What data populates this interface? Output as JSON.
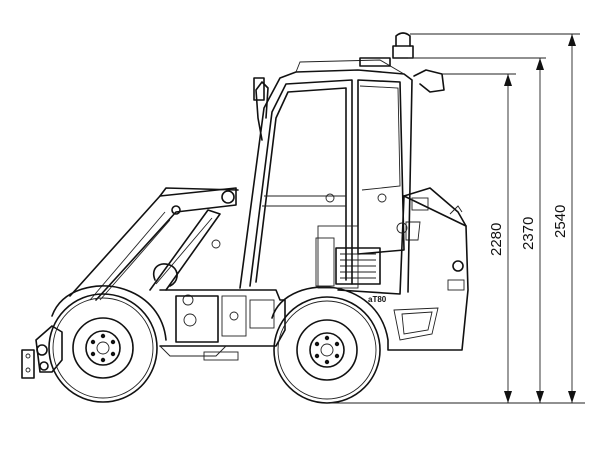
{
  "dimensions": [
    {
      "value": "2280"
    },
    {
      "value": "2370"
    },
    {
      "value": "2540"
    }
  ],
  "model_label": "aT80"
}
